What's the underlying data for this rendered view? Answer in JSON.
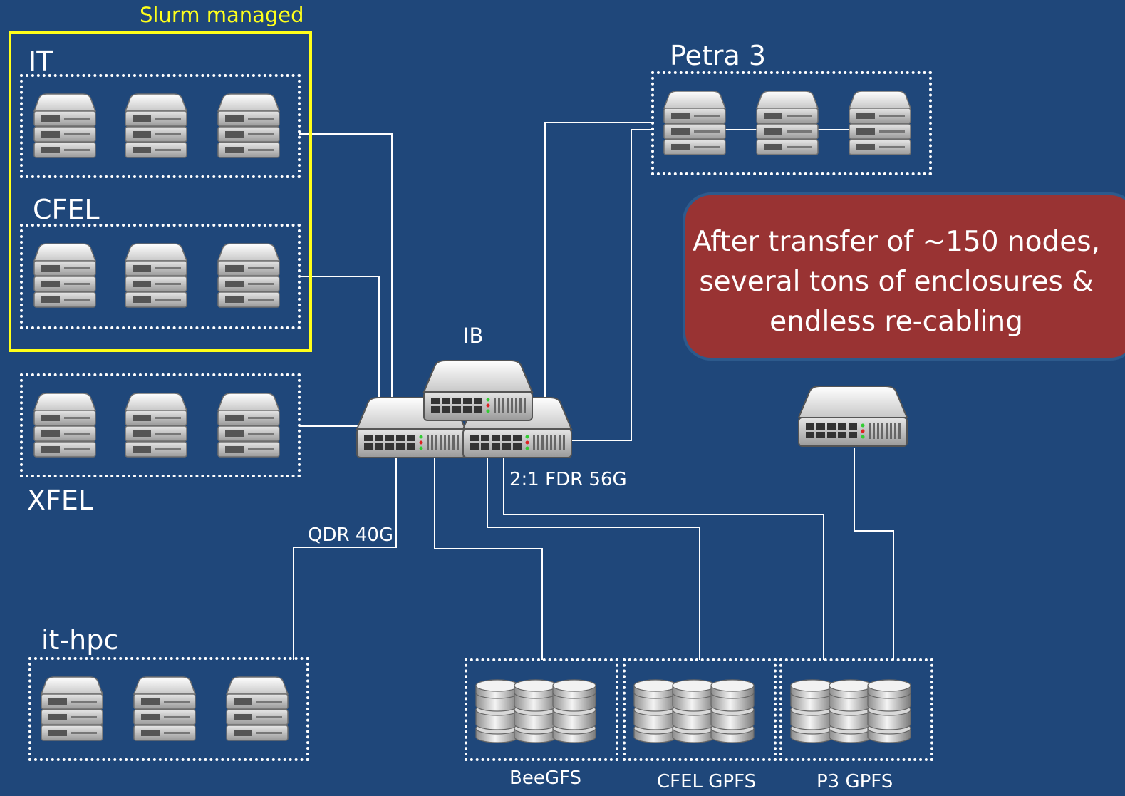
{
  "slurm_label": "Slurm managed",
  "groups": {
    "it": "IT",
    "cfel": "CFEL",
    "xfel": "XFEL",
    "petra": "Petra 3",
    "ithpc": "it-hpc"
  },
  "network": {
    "switch_label": "IB",
    "fdr_label": "2:1 FDR 56G",
    "qdr_label": "QDR 40G"
  },
  "storage": {
    "beegfs": "BeeGFS",
    "cfel_gpfs": "CFEL GPFS",
    "p3_gpfs": "P3 GPFS"
  },
  "callout": {
    "line1": "After transfer of ~150 nodes,",
    "line2": "several tons of enclosures &",
    "line3": "endless re-cabling"
  },
  "colors": {
    "background": "#1f477a",
    "slurm_border": "#ffff1a",
    "callout_fill": "#993333"
  }
}
